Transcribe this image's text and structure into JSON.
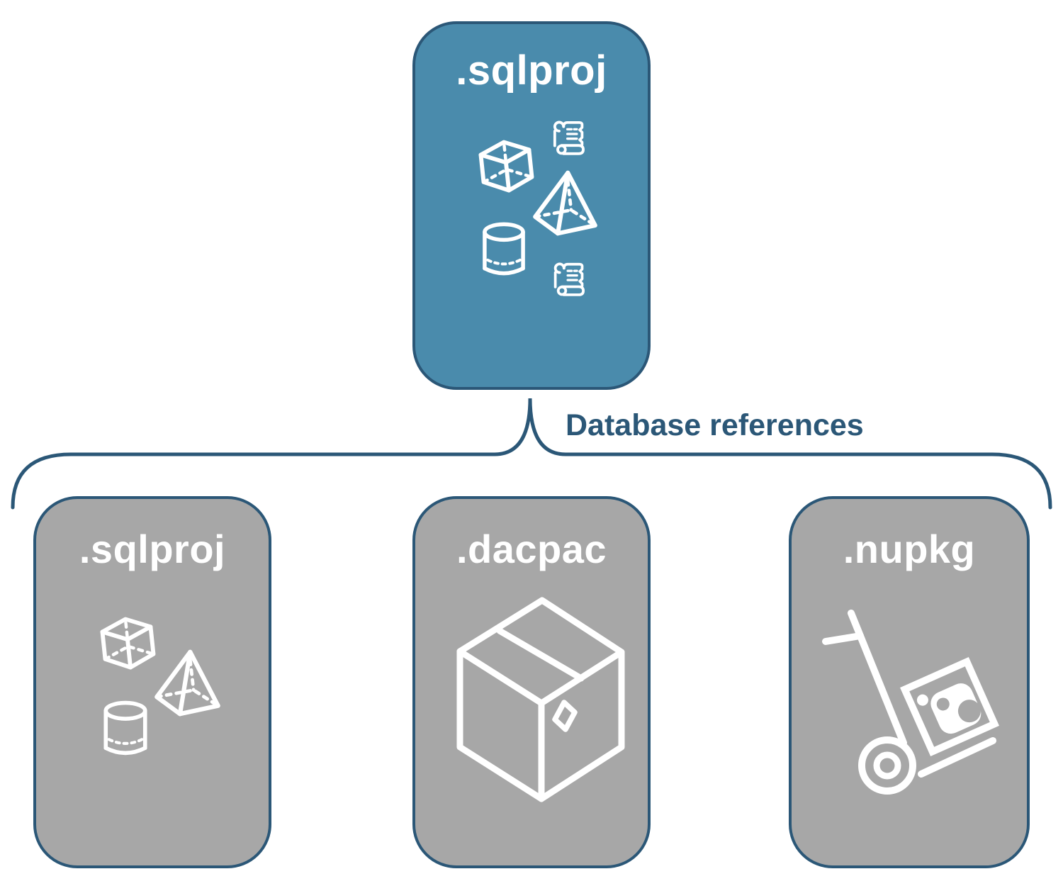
{
  "root_node": {
    "label": ".sqlproj",
    "icons": [
      "script-scroll-icon",
      "cube-icon",
      "pyramid-icon",
      "database-cylinder-icon",
      "script-scroll-icon"
    ]
  },
  "connector": {
    "label": "Database references"
  },
  "child_nodes": [
    {
      "id": "sqlproj",
      "label": ".sqlproj",
      "icons": [
        "cube-icon",
        "pyramid-icon",
        "database-cylinder-icon"
      ]
    },
    {
      "id": "dacpac",
      "label": ".dacpac",
      "icons": [
        "package-box-icon"
      ]
    },
    {
      "id": "nupkg",
      "label": ".nupkg",
      "icons": [
        "nuget-hand-truck-icon"
      ]
    }
  ],
  "colors": {
    "root_fill_blue": "#4a8bac",
    "outline_dark_blue": "#2b5777",
    "child_fill_gray": "#a7a7a7",
    "icon_white": "#ffffff"
  }
}
